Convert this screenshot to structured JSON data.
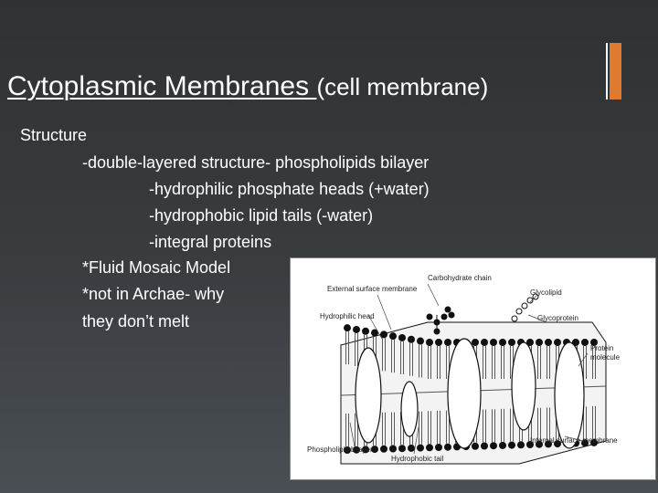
{
  "slide": {
    "title_main": "Cytoplasmic Membranes ",
    "title_sub": "(cell membrane)",
    "heading": "Structure",
    "lines": [
      "-double-layered structure- phospholipids bilayer",
      "-hydrophilic phosphate heads  (+water)",
      "-hydrophobic  lipid tails (-water)",
      "-integral proteins",
      "*Fluid Mosaic Model",
      "*not in Archae- why",
      "they don’t melt"
    ],
    "accent_color": "#e07a2e"
  },
  "figure": {
    "labels": {
      "carbohydrate_chain": "Carbohydrate chain",
      "external_surface": "External surface membrane",
      "glycolipid": "Glycolipid",
      "hydrophilic_head": "Hydrophilic head",
      "glycoprotein": "Glycoprotein",
      "protein_molecule_1": "Protein",
      "protein_molecule_2": "molecule",
      "phospholipid_bilayer": "Phospholipid bilayer",
      "internal_surface": "Internal surface membrane",
      "hydrophobic_tail": "Hydrophobic tail"
    }
  }
}
